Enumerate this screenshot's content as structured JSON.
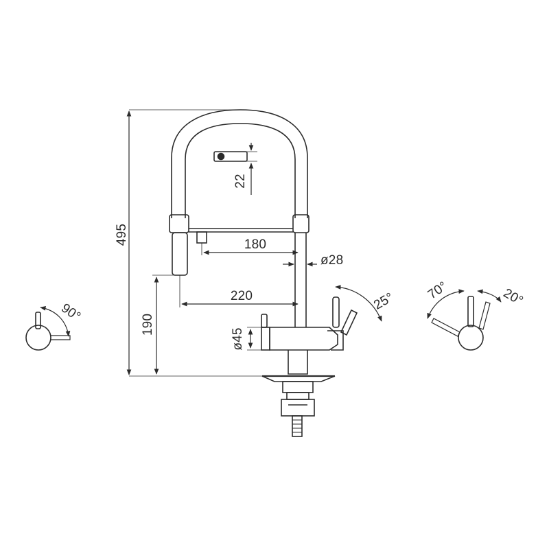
{
  "drawing": {
    "colors": {
      "line": "#2b2b2b",
      "background": "#ffffff"
    },
    "dimensions": {
      "total_height": "495",
      "spout_height": "190",
      "spray_offset": "180",
      "spout_reach": "220",
      "spray_diameter": "ø28",
      "body_diameter": "ø45",
      "hole_distance": "22"
    },
    "angles": {
      "left_handle": "90°",
      "side_handle": "25°",
      "right_handle_a": "70°",
      "right_handle_b": "20°"
    }
  }
}
